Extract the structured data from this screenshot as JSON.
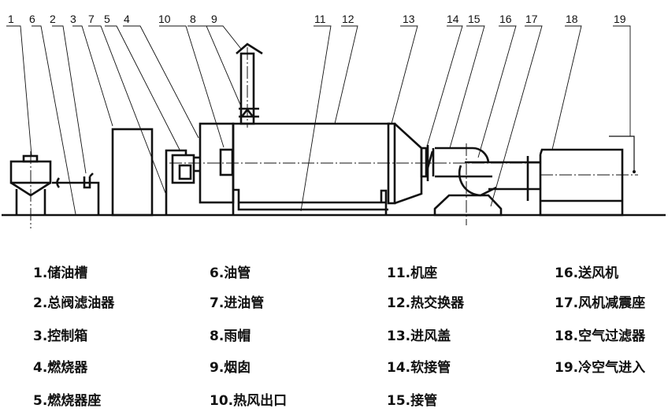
{
  "callouts": [
    "1",
    "6",
    "2",
    "3",
    "7",
    "5",
    "4",
    "10",
    "8",
    "9",
    "11",
    "12",
    "13",
    "14",
    "15",
    "16",
    "17",
    "18",
    "19"
  ],
  "legend": [
    "1.储油槽",
    "2.总阀滤油器",
    "3.控制箱",
    "4.燃烧器",
    "5.燃烧器座",
    "6.油管",
    "7.进油管",
    "8.雨帽",
    "9.烟囱",
    "10.热风出口",
    "11.机座",
    "12.热交换器",
    "13.进风盖",
    "14.软接管",
    "15.接管",
    "16.送风机",
    "17.风机减震座",
    "18.空气过滤器",
    "19.冷空气进入"
  ]
}
